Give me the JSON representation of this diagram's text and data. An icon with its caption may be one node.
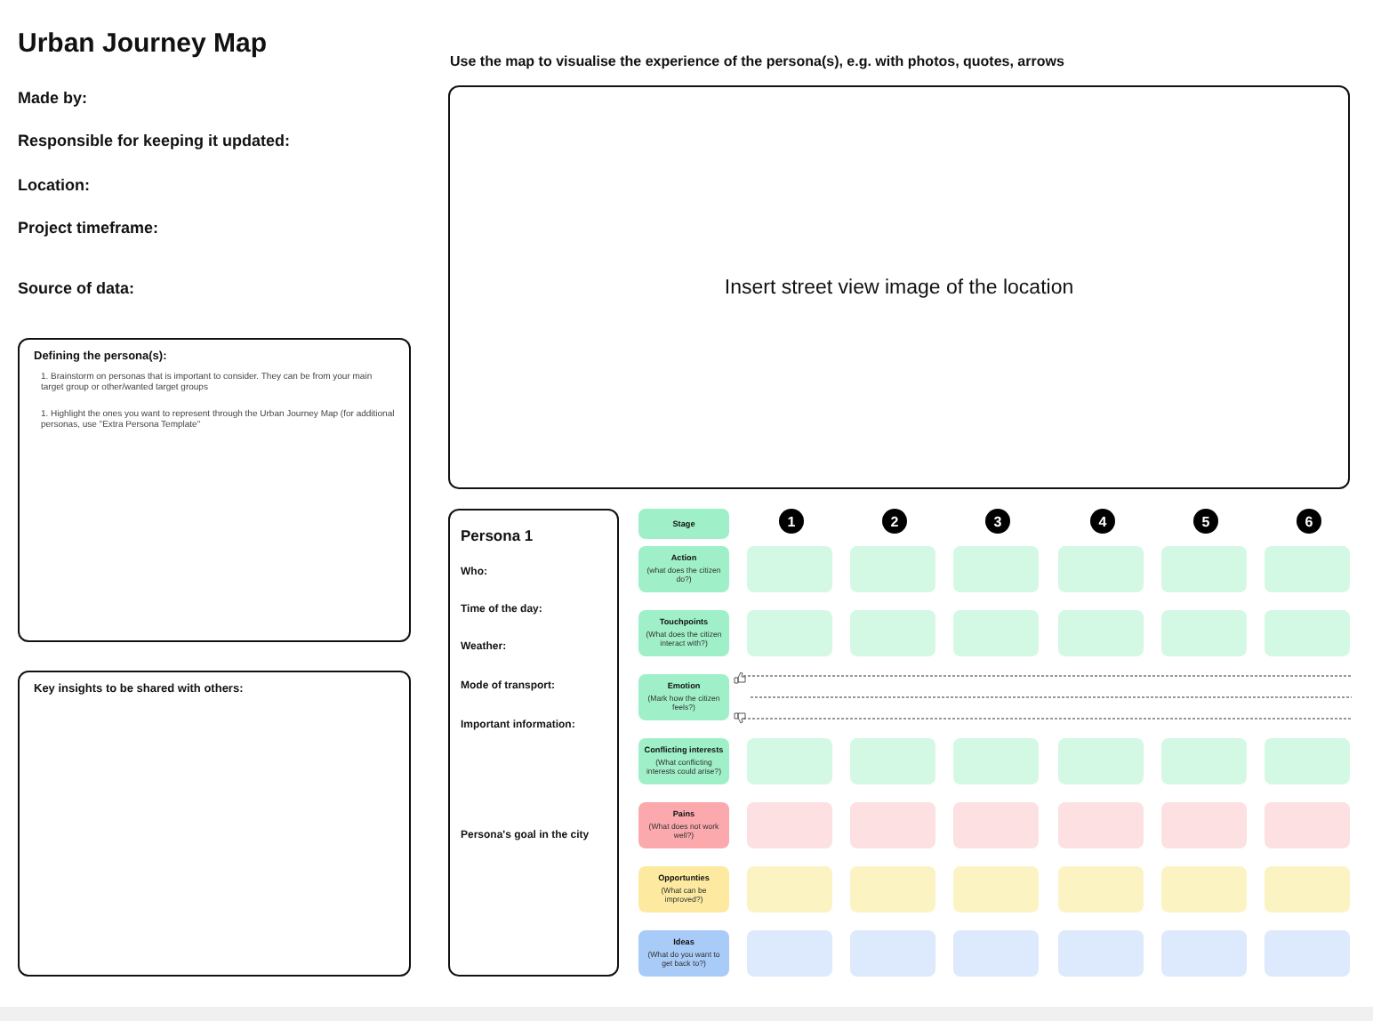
{
  "diagram": {
    "title": "Urban Journey Map",
    "nodes": [
      {
        "text": [
          "Defining the persona(s):",
          "1. Brainstorm on personas that is important to consider. They can be from your main target group or other/wanted target groups",
          "1. Highlight the ones you want to represent through the Urban Journey Map (for additional personas, use \"Extra Persona Template\""
        ]
      },
      {
        "text": [
          "Key insights to be shared with others:"
        ]
      },
      {
        "text": [
          "Insert street view image of the location"
        ]
      },
      {
        "text": [
          "Persona 1",
          "Who:",
          "Time of the day:",
          "Weather:",
          "Mode of transport:",
          "Important information:",
          "Persona's goal in the city"
        ]
      },
      {
        "text": [
          "Stage"
        ]
      },
      {
        "text": [
          "Action",
          "(what does the citizen do?)"
        ]
      },
      {
        "text": [
          "Touchpoints",
          "(What does the citizen interact with?)"
        ]
      },
      {
        "text": [
          "Emotion",
          "(Mark how the citizen feels?)"
        ]
      },
      {
        "text": [
          "Conflicting interests",
          "(What conflicting interests could arise?)"
        ]
      },
      {
        "text": [
          "Pains",
          "(What does not work well?)"
        ]
      },
      {
        "text": [
          "Opportunties",
          "(What can be improved?)"
        ]
      },
      {
        "text": [
          "Ideas",
          "(What do you want to get back to?)"
        ]
      },
      {
        "text": [
          "1"
        ]
      },
      {
        "text": [
          "2"
        ]
      },
      {
        "text": [
          "3"
        ]
      },
      {
        "text": [
          "4"
        ]
      },
      {
        "text": [
          "5"
        ]
      },
      {
        "text": [
          "6"
        ]
      },
      {
        "text": [],
        "shape": "box"
      },
      {
        "text": [],
        "shape": "box"
      },
      {
        "text": [],
        "shape": "box"
      },
      {
        "text": [],
        "shape": "box"
      },
      {
        "text": [],
        "shape": "box"
      },
      {
        "text": [],
        "shape": "box"
      },
      {
        "text": [],
        "shape": "box"
      },
      {
        "text": [],
        "shape": "box"
      },
      {
        "text": [],
        "shape": "box"
      },
      {
        "text": [],
        "shape": "box"
      },
      {
        "text": [],
        "shape": "box"
      },
      {
        "text": [],
        "shape": "box"
      },
      {
        "text": [],
        "shape": "box"
      },
      {
        "text": [],
        "shape": "box"
      },
      {
        "text": [],
        "shape": "box"
      },
      {
        "text": [],
        "shape": "box"
      },
      {
        "text": [],
        "shape": "box"
      },
      {
        "text": [],
        "shape": "box"
      },
      {
        "text": [],
        "shape": "box"
      },
      {
        "text": [],
        "shape": "box"
      },
      {
        "text": [],
        "shape": "box"
      },
      {
        "text": [],
        "shape": "box"
      },
      {
        "text": [],
        "shape": "box"
      },
      {
        "text": [],
        "shape": "box"
      },
      {
        "text": [],
        "shape": "box"
      },
      {
        "text": [],
        "shape": "box"
      },
      {
        "text": [],
        "shape": "box"
      },
      {
        "text": [],
        "shape": "box"
      },
      {
        "text": [],
        "shape": "box"
      },
      {
        "text": [],
        "shape": "box"
      },
      {
        "text": [],
        "shape": "box"
      },
      {
        "text": [],
        "shape": "box"
      },
      {
        "text": [],
        "shape": "box"
      },
      {
        "text": [],
        "shape": "box"
      },
      {
        "text": [],
        "shape": "box"
      },
      {
        "text": [],
        "shape": "box"
      }
    ],
    "labels": [
      "Made by:",
      "Responsible for keeping it updated:",
      "Location:",
      "Project timeframe:",
      "Source of data:",
      "Use the map to visualise the experience of the persona(s), e.g. with photos, quotes, arrows"
    ]
  }
}
